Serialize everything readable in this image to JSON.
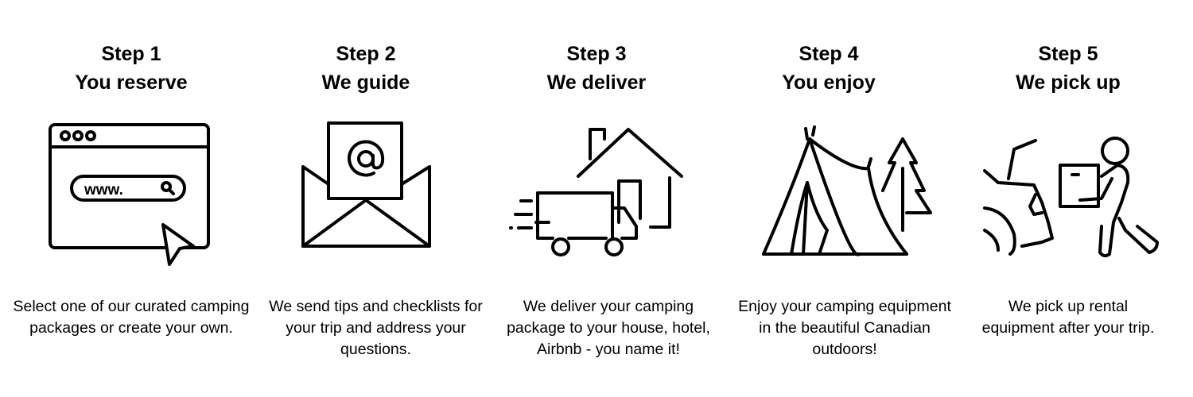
{
  "steps": [
    {
      "step": "Step 1",
      "title": "You reserve",
      "description": "Select one of our curated camping packages or create your own.",
      "icon": "browser-search-icon",
      "search_text": "www."
    },
    {
      "step": "Step 2",
      "title": "We guide",
      "description": "We send tips and checklists for your trip and address your questions.",
      "icon": "email-envelope-icon"
    },
    {
      "step": "Step 3",
      "title": "We deliver",
      "description": "We deliver your camping package to your house, hotel, Airbnb - you name it!",
      "icon": "delivery-truck-house-icon"
    },
    {
      "step": "Step 4",
      "title": "You enjoy",
      "description": "Enjoy your camping equipment in the beautiful Canadian outdoors!",
      "icon": "tent-tree-icon"
    },
    {
      "step": "Step 5",
      "title": "We pick up",
      "description": "We pick up rental equipment after your trip.",
      "icon": "car-person-box-icon"
    }
  ]
}
